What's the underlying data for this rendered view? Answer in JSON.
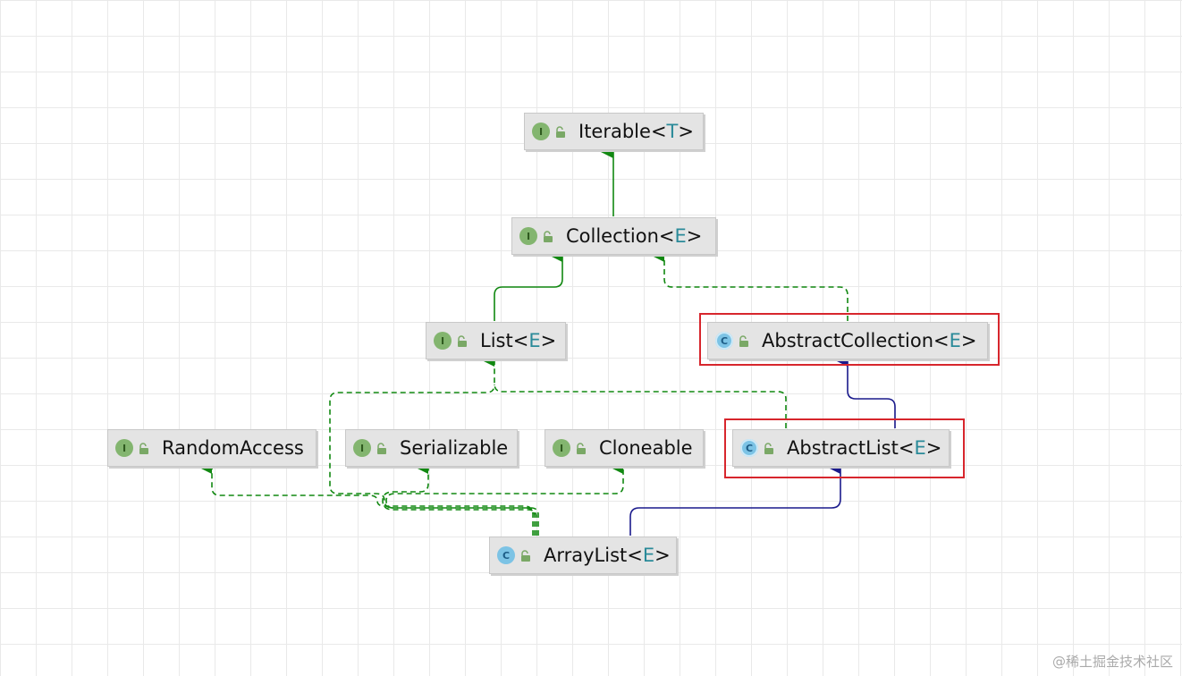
{
  "nodes": {
    "iterable": {
      "kind": "interface",
      "kind_letter": "I",
      "name": "Iterable",
      "lt": "<",
      "type_param": "T",
      "gt": ">"
    },
    "collection": {
      "kind": "interface",
      "kind_letter": "I",
      "name": "Collection",
      "lt": "<",
      "type_param": "E",
      "gt": ">"
    },
    "list": {
      "kind": "interface",
      "kind_letter": "I",
      "name": "List",
      "lt": "<",
      "type_param": "E",
      "gt": ">"
    },
    "abstract_collection": {
      "kind": "abstract class",
      "kind_letter": "C",
      "name": "AbstractCollection",
      "lt": "<",
      "type_param": "E",
      "gt": ">"
    },
    "random_access": {
      "kind": "interface",
      "kind_letter": "I",
      "name": "RandomAccess"
    },
    "serializable": {
      "kind": "interface",
      "kind_letter": "I",
      "name": "Serializable"
    },
    "cloneable": {
      "kind": "interface",
      "kind_letter": "I",
      "name": "Cloneable"
    },
    "abstract_list": {
      "kind": "abstract class",
      "kind_letter": "C",
      "name": "AbstractList",
      "lt": "<",
      "type_param": "E",
      "gt": ">"
    },
    "array_list": {
      "kind": "class",
      "kind_letter": "C",
      "name": "ArrayList",
      "lt": "<",
      "type_param": "E",
      "gt": ">"
    }
  },
  "edges": [
    {
      "from": "collection",
      "to": "iterable",
      "type": "extends"
    },
    {
      "from": "list",
      "to": "collection",
      "type": "extends"
    },
    {
      "from": "abstract_collection",
      "to": "collection",
      "type": "implements"
    },
    {
      "from": "abstract_list",
      "to": "abstract_collection",
      "type": "extends-class"
    },
    {
      "from": "abstract_list",
      "to": "list",
      "type": "implements"
    },
    {
      "from": "array_list",
      "to": "abstract_list",
      "type": "extends-class"
    },
    {
      "from": "array_list",
      "to": "list",
      "type": "implements"
    },
    {
      "from": "array_list",
      "to": "random_access",
      "type": "implements"
    },
    {
      "from": "array_list",
      "to": "serializable",
      "type": "implements"
    },
    {
      "from": "array_list",
      "to": "cloneable",
      "type": "implements"
    }
  ],
  "highlighted": [
    "abstract_collection",
    "abstract_list"
  ],
  "colors": {
    "interface_edge": "#118811",
    "class_edge": "#1a1a8c",
    "highlight": "#d7262d",
    "interface_icon": "#83b56f",
    "class_icon": "#7cc3e5"
  },
  "watermark": "@稀土掘金技术社区"
}
